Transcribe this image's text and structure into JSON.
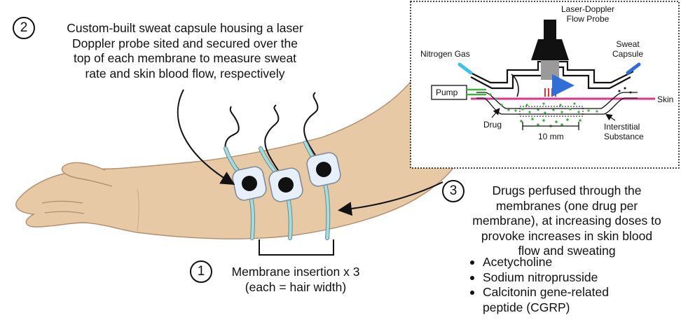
{
  "callout_2": {
    "number": "2",
    "lines": [
      "Custom-built sweat capsule housing a laser",
      "Doppler probe sited and secured over the",
      "top of each membrane to measure sweat",
      "rate and skin blood flow, respectively"
    ]
  },
  "callout_1": {
    "number": "1",
    "line1": "Membrane insertion x 3",
    "line2": "(each = hair width)"
  },
  "callout_3": {
    "number": "3",
    "lines": [
      "Drugs perfused through the",
      "membranes (one drug per",
      "membrane), at increasing doses to",
      "provoke increases in skin blood",
      "flow and sweating"
    ],
    "drugs": [
      "Acetycholine",
      "Sodium nitroprusside",
      "Calcitonin gene-related",
      "peptide (CGRP)"
    ]
  },
  "inset": {
    "probe_label_1": "Laser-Doppler",
    "probe_label_2": "Flow Probe",
    "nitrogen": "Nitrogen Gas",
    "capsule_1": "Sweat",
    "capsule_2": "Capsule",
    "pump": "Pump",
    "skin": "Skin",
    "drug": "Drug",
    "scale": "10 mm",
    "interstitial_1": "Interstitial",
    "interstitial_2": "Substance"
  },
  "colors": {
    "arm": "#e8c9a6",
    "arm_outline": "#b08d6c",
    "tubing": "#a8dbdd",
    "skin_line": "#e0338f",
    "nitrogen": "#3fc0e8",
    "flow_arrow": "#2f6fd6",
    "laser_red": "#e53030",
    "dots_green": "#3cb43c"
  }
}
